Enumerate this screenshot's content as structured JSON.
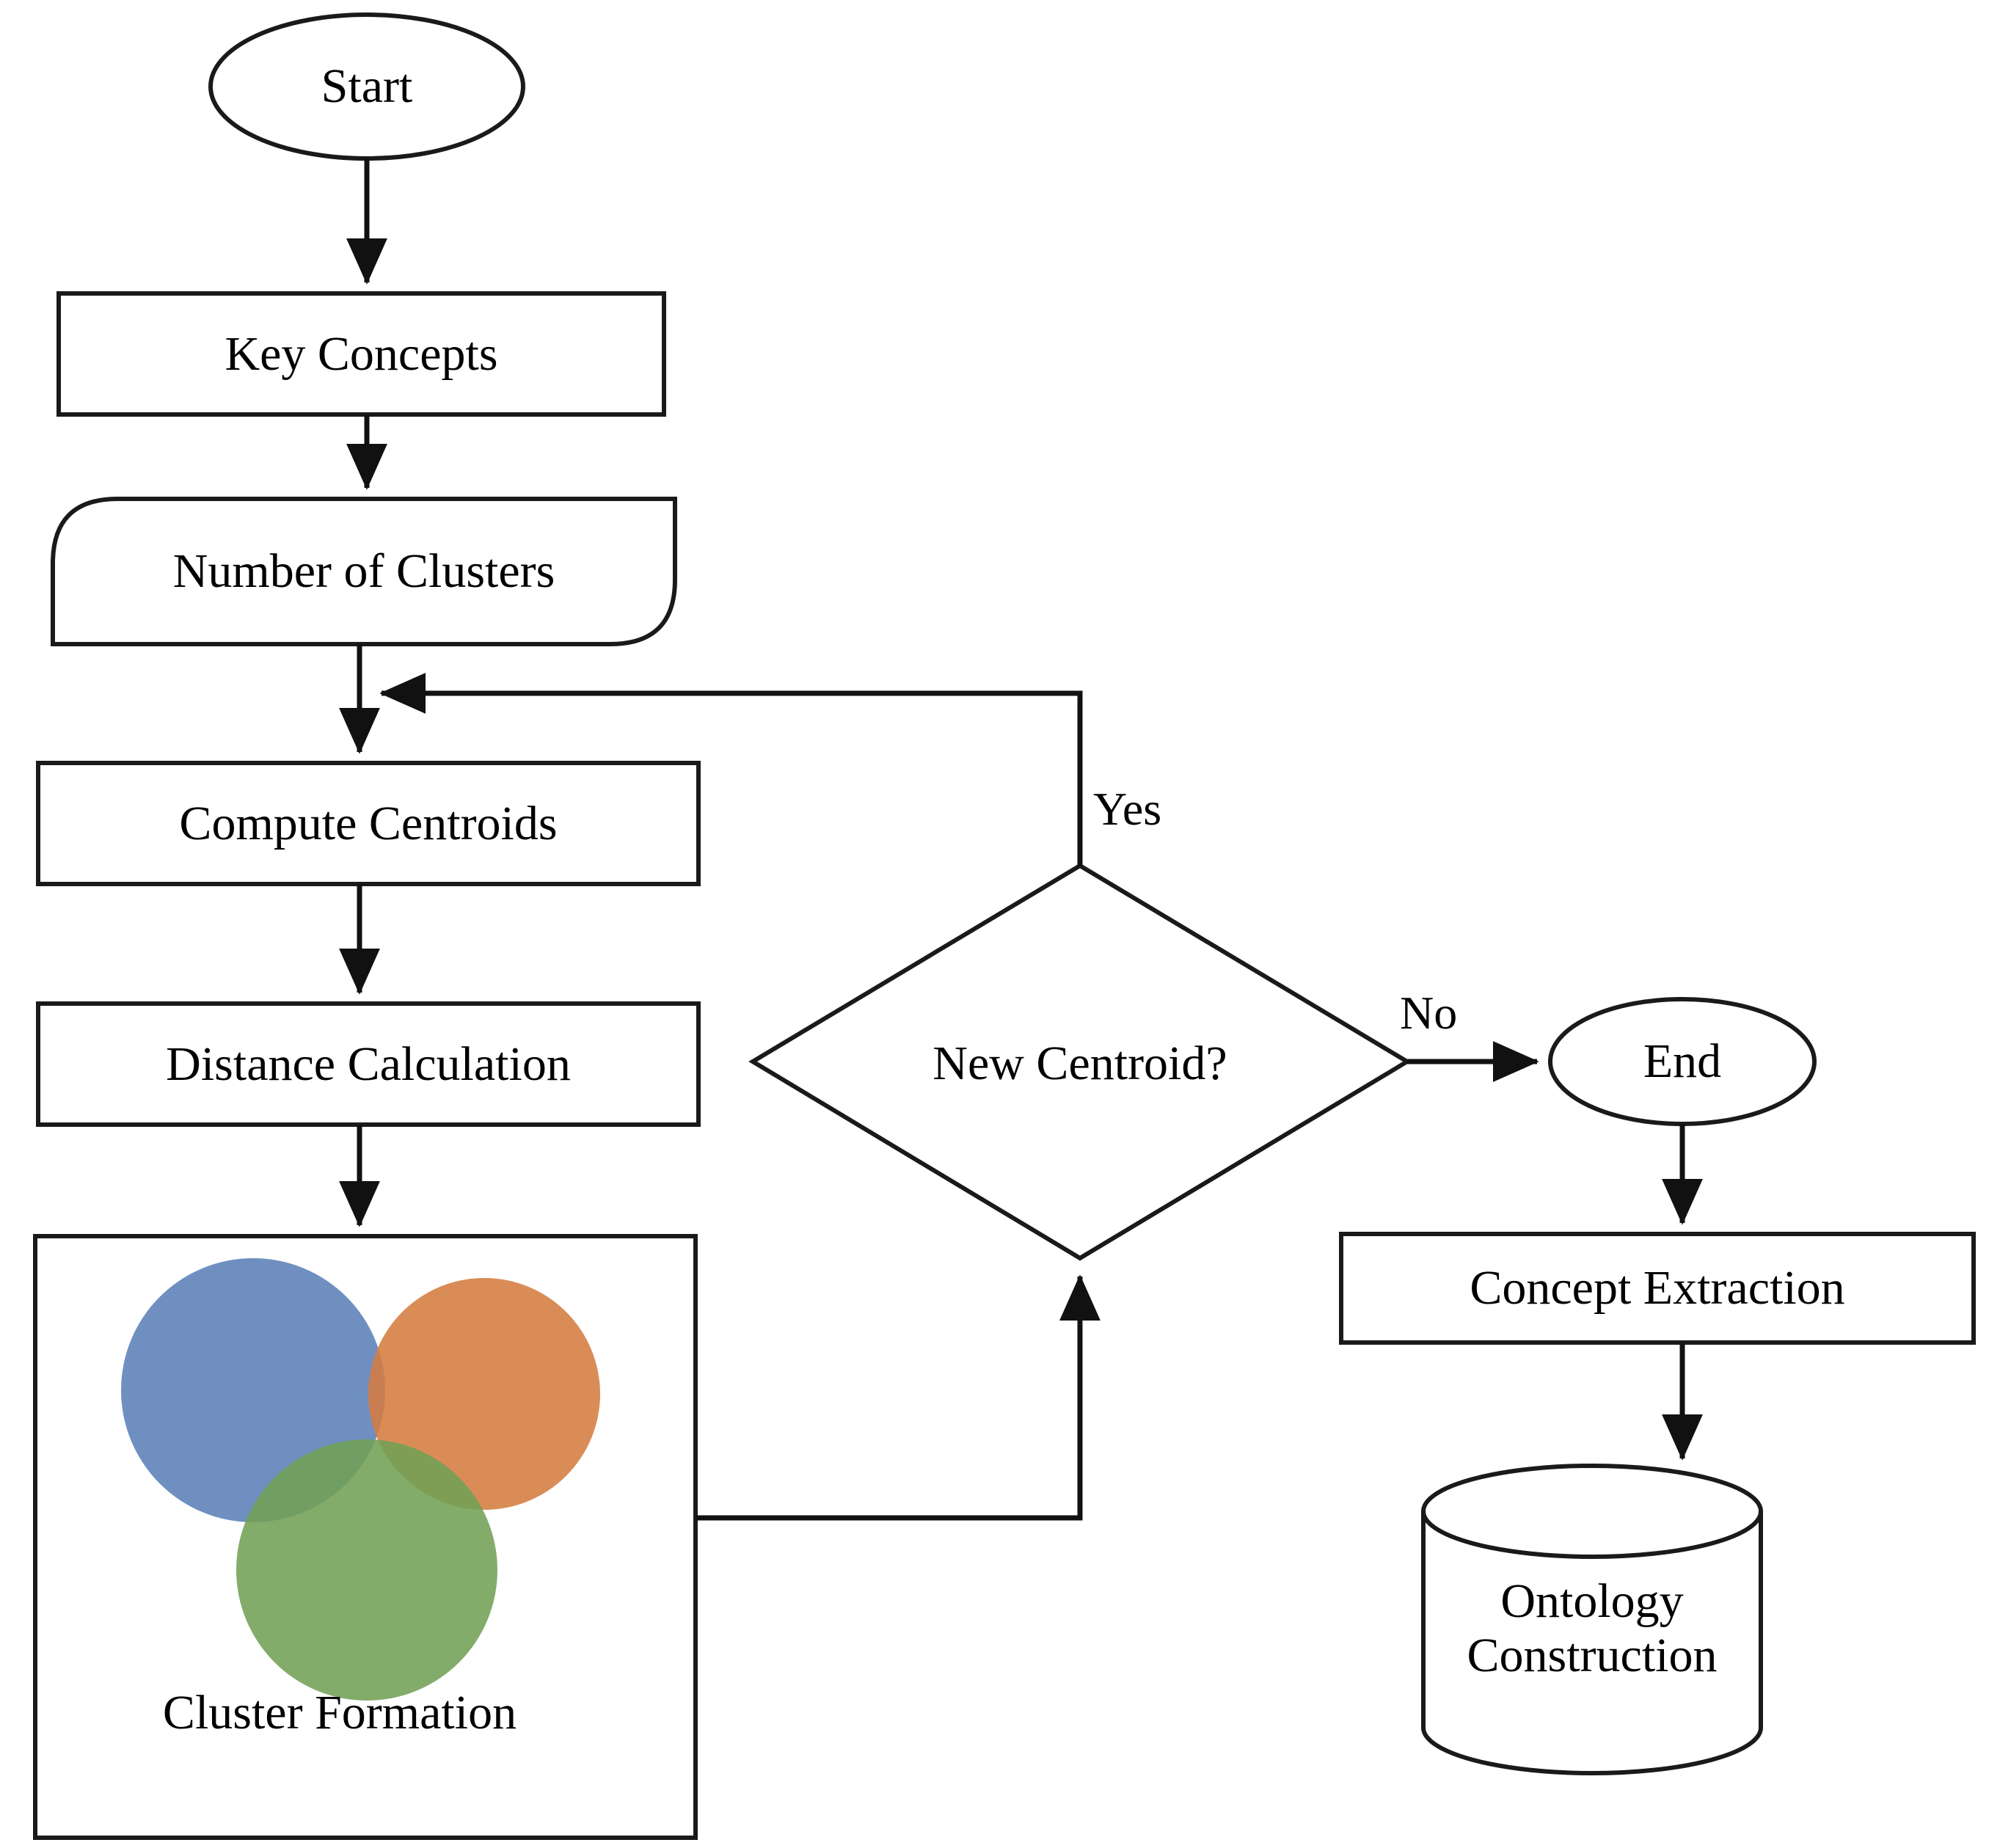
{
  "diagram": {
    "title": "K-Means Clustering and Ontology Construction Flowchart",
    "background_color": "#ffffff",
    "stroke_color": "#1a1a1a"
  },
  "nodes": {
    "start": {
      "label": "Start",
      "shape": "ellipse"
    },
    "key_concepts": {
      "label": "Key Concepts",
      "shape": "rectangle"
    },
    "number_of_clusters": {
      "label": "Number of Clusters",
      "shape": "rounded-asymmetric"
    },
    "compute_centroids": {
      "label": "Compute Centroids",
      "shape": "rectangle"
    },
    "distance_calculation": {
      "label": "Distance Calculation",
      "shape": "rectangle"
    },
    "cluster_formation": {
      "label": "Cluster Formation",
      "shape": "rectangle-image"
    },
    "new_centroid": {
      "label": "New\nCentroid?",
      "shape": "diamond"
    },
    "end": {
      "label": "End",
      "shape": "ellipse"
    },
    "concept_extraction": {
      "label": "Concept Extraction",
      "shape": "rectangle"
    },
    "ontology_construction": {
      "label": "Ontology\nConstruction",
      "shape": "cylinder"
    }
  },
  "edge_labels": {
    "yes": "Yes",
    "no": "No"
  },
  "venn": {
    "circles": [
      {
        "name": "cluster-circle-blue",
        "color": "#5B7FB8"
      },
      {
        "name": "cluster-circle-orange",
        "color": "#D57C40"
      },
      {
        "name": "cluster-circle-green",
        "color": "#72A055"
      }
    ],
    "opacity": 0.88
  },
  "chart_data": {
    "type": "diagram",
    "title": "K-Means Clustering and Ontology Construction Flowchart",
    "nodes": [
      {
        "id": "start",
        "label": "Start",
        "shape": "ellipse"
      },
      {
        "id": "key_concepts",
        "label": "Key Concepts",
        "shape": "rectangle"
      },
      {
        "id": "number_of_clusters",
        "label": "Number of Clusters",
        "shape": "rounded"
      },
      {
        "id": "compute_centroids",
        "label": "Compute Centroids",
        "shape": "rectangle"
      },
      {
        "id": "distance_calculation",
        "label": "Distance Calculation",
        "shape": "rectangle"
      },
      {
        "id": "cluster_formation",
        "label": "Cluster Formation",
        "shape": "rectangle"
      },
      {
        "id": "new_centroid",
        "label": "New Centroid?",
        "shape": "diamond"
      },
      {
        "id": "end",
        "label": "End",
        "shape": "ellipse"
      },
      {
        "id": "concept_extraction",
        "label": "Concept Extraction",
        "shape": "rectangle"
      },
      {
        "id": "ontology_construction",
        "label": "Ontology Construction",
        "shape": "cylinder"
      }
    ],
    "edges": [
      {
        "from": "start",
        "to": "key_concepts",
        "label": ""
      },
      {
        "from": "key_concepts",
        "to": "number_of_clusters",
        "label": ""
      },
      {
        "from": "number_of_clusters",
        "to": "compute_centroids",
        "label": ""
      },
      {
        "from": "compute_centroids",
        "to": "distance_calculation",
        "label": ""
      },
      {
        "from": "distance_calculation",
        "to": "cluster_formation",
        "label": ""
      },
      {
        "from": "cluster_formation",
        "to": "new_centroid",
        "label": ""
      },
      {
        "from": "new_centroid",
        "to": "compute_centroids",
        "label": "Yes"
      },
      {
        "from": "new_centroid",
        "to": "end",
        "label": "No"
      },
      {
        "from": "end",
        "to": "concept_extraction",
        "label": ""
      },
      {
        "from": "concept_extraction",
        "to": "ontology_construction",
        "label": ""
      }
    ]
  }
}
